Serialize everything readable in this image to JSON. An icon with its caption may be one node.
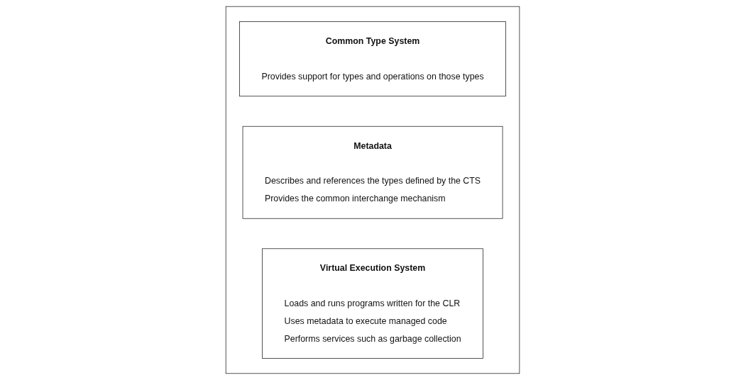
{
  "diagram": {
    "nodes": [
      {
        "text": [],
        "shape": "box"
      },
      {
        "text": [
          "Common Type System",
          "Provides support for types and operations on those types"
        ],
        "in": 0
      },
      {
        "text": [
          "Metadata",
          "Describes and references the types defined by the CTS",
          "Provides the common interchange mechanism"
        ],
        "in": 0
      },
      {
        "text": [
          "Virtual Execution System",
          "Loads and runs programs written for the CLR",
          "Uses metadata to execute managed code",
          "Performs services such as garbage collection"
        ],
        "in": 0
      }
    ],
    "edges": []
  }
}
